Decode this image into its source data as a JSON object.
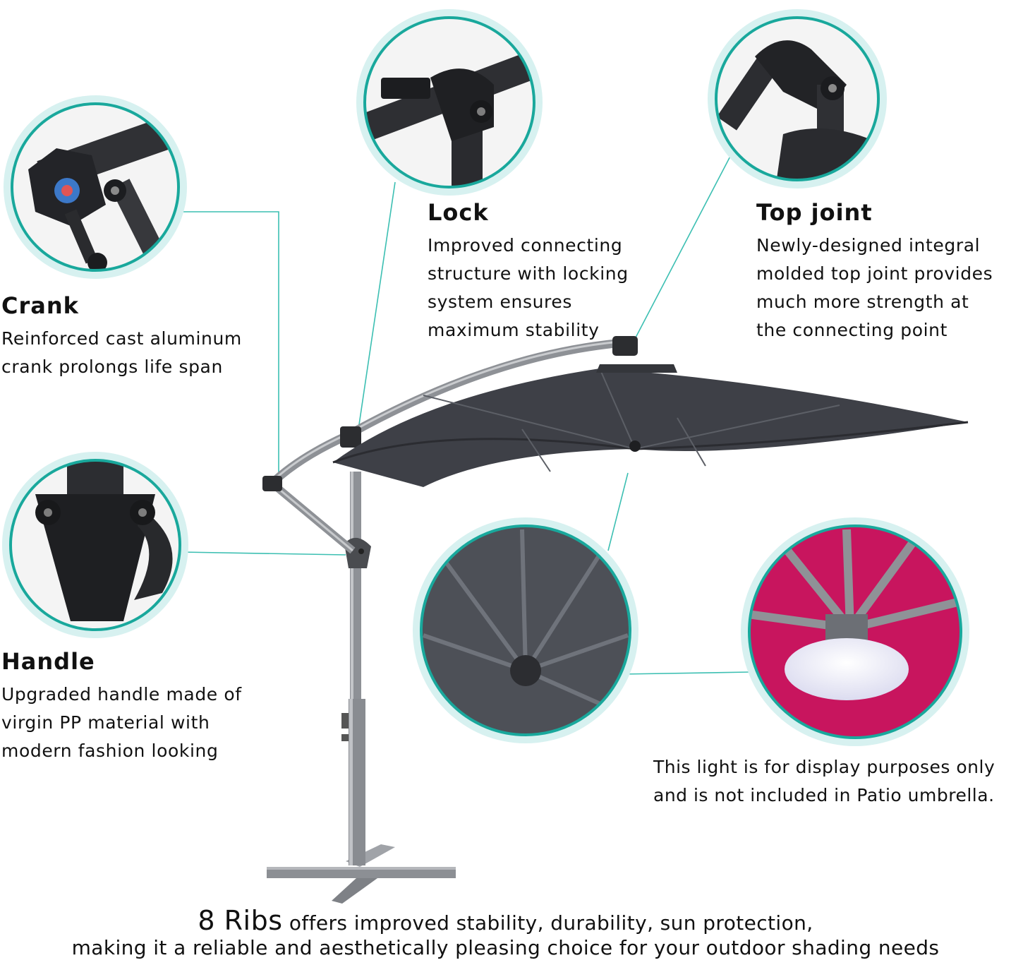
{
  "colors": {
    "accent_ring": "#2bb5a8",
    "glow": "#cfeeee",
    "canopy": "#45474e",
    "metal": "#8c8f94",
    "magenta": "#c8155e"
  },
  "features": [
    {
      "id": "lock",
      "title": "Lock",
      "lines": [
        "Improved connecting",
        "structure with locking",
        "system ensures",
        "maximum stability"
      ],
      "icon": "lock-joint-photo"
    },
    {
      "id": "top-joint",
      "title": "Top joint",
      "lines": [
        "Newly-designed integral",
        "molded top joint provides",
        "much more strength at",
        "the connecting point"
      ],
      "icon": "top-joint-photo"
    },
    {
      "id": "crank",
      "title": "Crank",
      "lines": [
        "Reinforced cast aluminum",
        "crank prolongs life span"
      ],
      "icon": "crank-photo"
    },
    {
      "id": "handle",
      "title": "Handle",
      "lines": [
        "Upgraded handle made of",
        "virgin PP material with",
        "modern fashion looking"
      ],
      "icon": "handle-photo"
    }
  ],
  "light_note": {
    "lines": [
      "This light is for display purposes only",
      "and is not included  in Patio umbrella."
    ]
  },
  "bottom": {
    "big": "8 Ribs",
    "line1_rest": " offers improved stability, durability, sun protection,",
    "line2": "making it a reliable and aesthetically pleasing choice for your outdoor shading needs"
  }
}
